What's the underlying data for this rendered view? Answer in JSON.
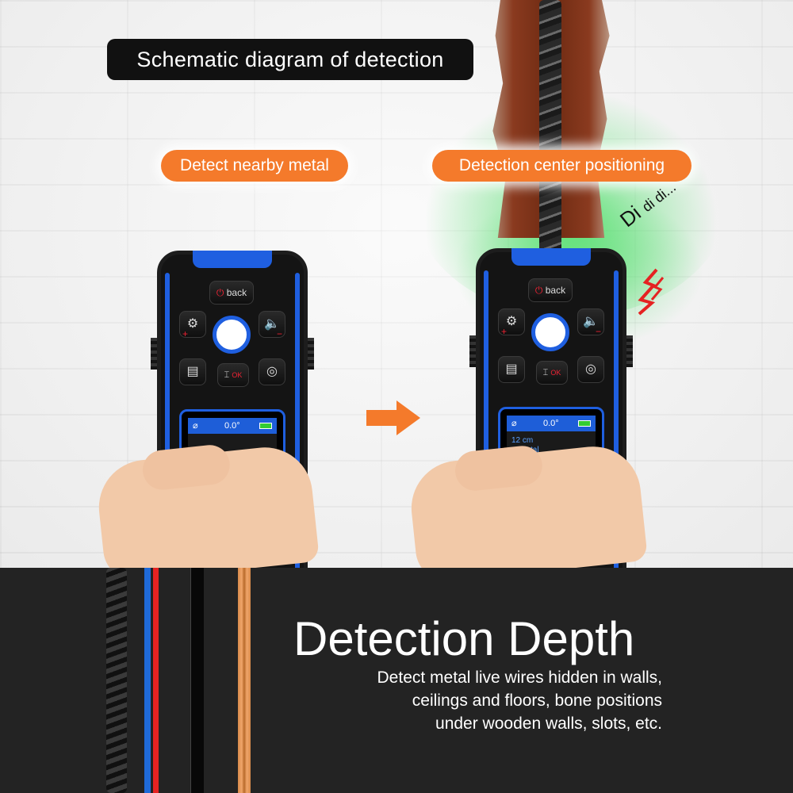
{
  "title": "Schematic diagram of detection",
  "labels": {
    "left": "Detect nearby metal",
    "right": "Detection center positioning"
  },
  "sound": {
    "main": "Di",
    "trail": "di di..."
  },
  "device": {
    "back_label": "back",
    "ok_label": "OK",
    "angle": "0.0°",
    "depth": "12 cm",
    "material": "Metal"
  },
  "bottom": {
    "headline": "Detection Depth",
    "lines": [
      "Detect metal live wires hidden in walls,",
      "ceilings and floors, bone positions",
      "under wooden walls, slots, etc."
    ]
  },
  "colors": {
    "accent_orange": "#f47a2b",
    "device_blue": "#1f5fe0",
    "bottom_bg": "#232323"
  }
}
